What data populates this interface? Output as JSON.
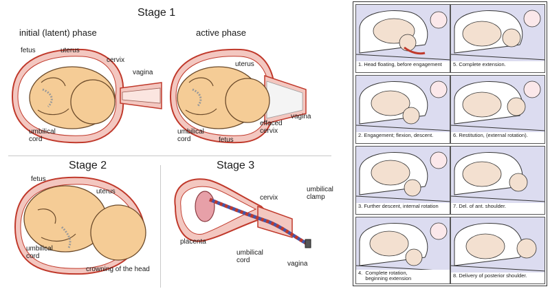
{
  "stage1": {
    "title": "Stage 1",
    "latent": {
      "title": "initial (latent) phase",
      "labels": {
        "fetus": "fetus",
        "uterus": "uterus",
        "cervix": "cervix",
        "vagina": "vagina",
        "umbilical": "umbilical",
        "cord": "cord"
      }
    },
    "active": {
      "title": "active phase",
      "labels": {
        "uterus": "uterus",
        "umbilical": "umbilical",
        "cord": "cord",
        "fetus": "fetus",
        "effaced": "effaced",
        "cervix": "cervix",
        "vagina": "vagina"
      }
    }
  },
  "stage2": {
    "title": "Stage 2",
    "labels": {
      "fetus": "fetus",
      "uterus": "uterus",
      "umbilical": "umbilical",
      "cord": "cord",
      "crowning": "crowning of the head"
    }
  },
  "stage3": {
    "title": "Stage 3",
    "labels": {
      "cervix": "cervix",
      "umbilical_clamp_1": "umbilical",
      "umbilical_clamp_2": "clamp",
      "placenta": "placenta",
      "umbilical": "umbilical",
      "cord": "cord",
      "vagina": "vagina"
    }
  },
  "panel": {
    "cells": [
      {
        "caption": "1.  Head floating, before engagement"
      },
      {
        "caption": "5.  Complete extension."
      },
      {
        "caption": "2.  Engagement; flexion, descent."
      },
      {
        "caption": "6.  Restitution, (external rotation)."
      },
      {
        "caption": "3.  Further descent, internal rotation"
      },
      {
        "caption": "7.  Del. of ant. shoulder."
      },
      {
        "caption": "4.  Complete rotation,\n     beginning extension"
      },
      {
        "caption": "8.  Delivery of posterior shoulder."
      }
    ]
  },
  "colors": {
    "uterus_wall": "#f3c7c0",
    "uterus_outline": "#c0392b",
    "skin": "#f5cc96",
    "skin_outline": "#6b4a2a",
    "cord_red": "#c0392b",
    "cord_blue": "#4656a8",
    "panel_bg": "#dcdcf0"
  }
}
